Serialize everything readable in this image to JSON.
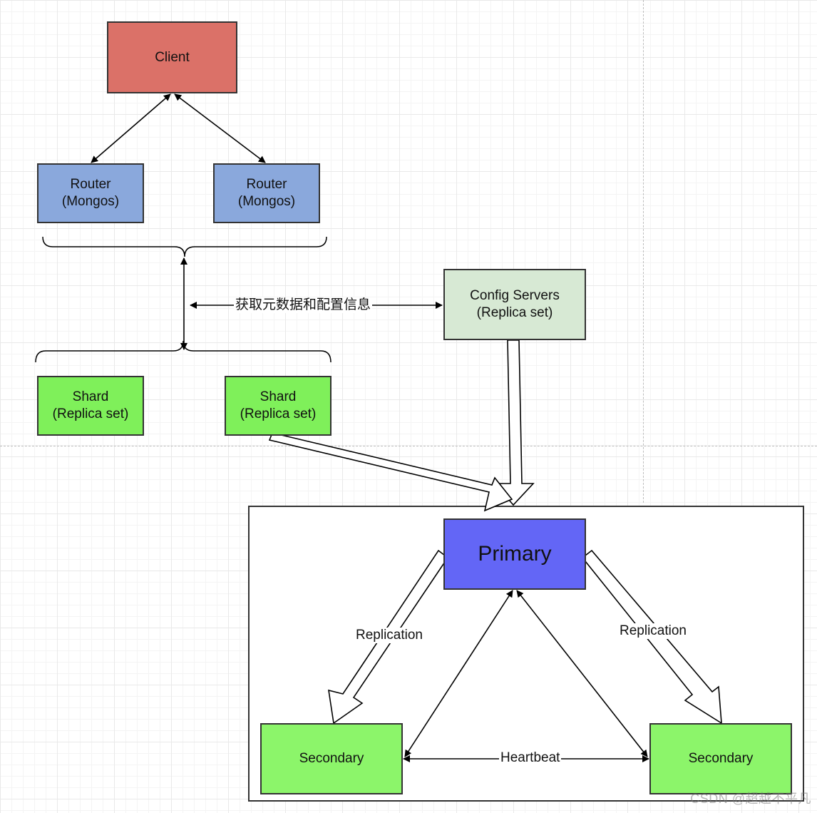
{
  "nodes": {
    "client": "Client",
    "router_left": {
      "line1": "Router",
      "line2": "(Mongos)"
    },
    "router_right": {
      "line1": "Router",
      "line2": "(Mongos)"
    },
    "config_servers": {
      "line1": "Config Servers",
      "line2": "(Replica set)"
    },
    "shard_left": {
      "line1": "Shard",
      "line2": "(Replica set)"
    },
    "shard_right": {
      "line1": "Shard",
      "line2": "(Replica set)"
    },
    "primary": "Primary",
    "secondary_left": "Secondary",
    "secondary_right": "Secondary"
  },
  "edge_labels": {
    "metadata": "获取元数据和配置信息",
    "replication_left": "Replication",
    "replication_right": "Replication",
    "heartbeat": "Heartbeat"
  },
  "watermark": "CSDN @超越不平凡",
  "colors": {
    "client": "#db7168",
    "router": "#8aa8dc",
    "shard": "#7ff05a",
    "config": "#d7e9d4",
    "primary": "#6366f6",
    "secondary": "#8cf56a"
  }
}
